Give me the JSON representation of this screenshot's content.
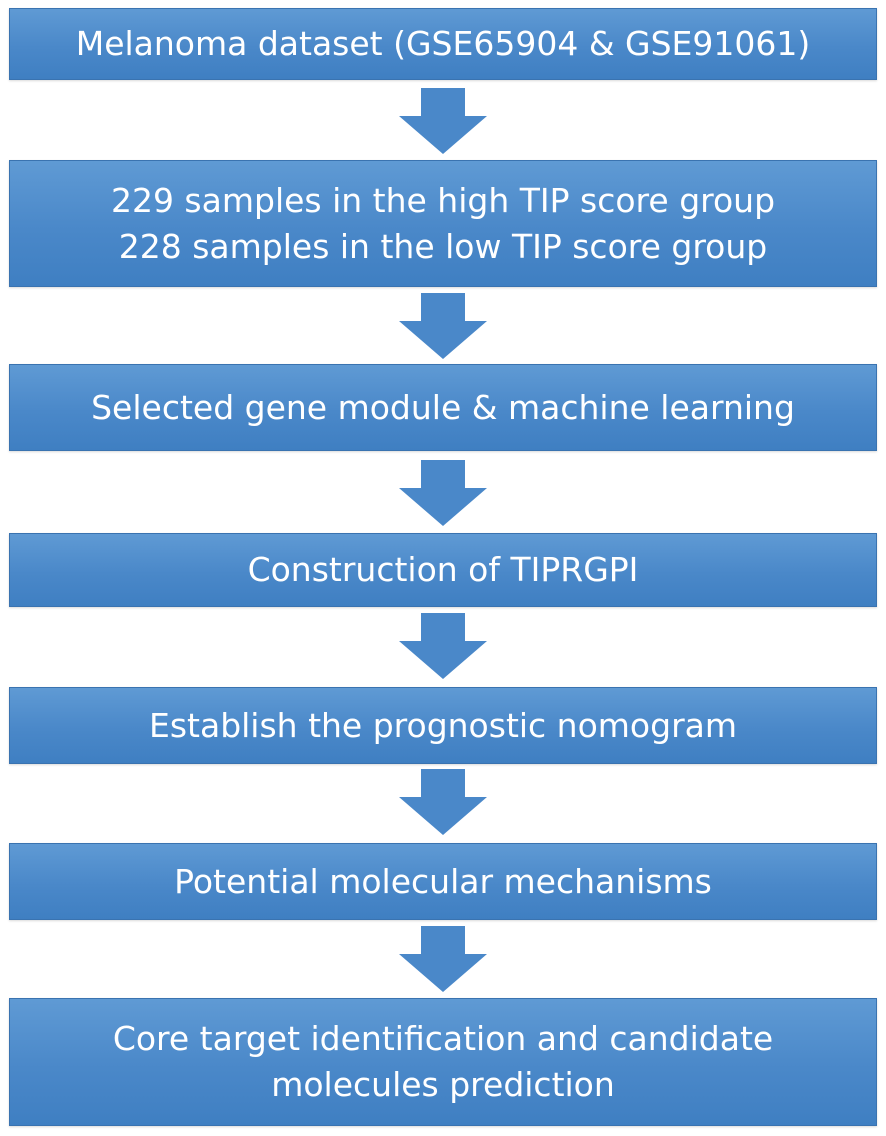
{
  "flow": {
    "steps": [
      {
        "lines": [
          "Melanoma dataset (GSE65904 & GSE91061)"
        ]
      },
      {
        "lines": [
          "229 samples in the high TIP score group",
          "228 samples in the low  TIP score group"
        ]
      },
      {
        "lines": [
          "Selected gene module & machine learning"
        ]
      },
      {
        "lines": [
          "Construction of TIPRGPI"
        ]
      },
      {
        "lines": [
          "Establish the prognostic nomogram"
        ]
      },
      {
        "lines": [
          "Potential molecular mechanisms"
        ]
      },
      {
        "lines": [
          "Core target identification and candidate",
          "molecules prediction"
        ]
      }
    ],
    "colors": {
      "box": "#4a88c9",
      "arrow": "#4a88c9",
      "text": "#ffffff"
    }
  }
}
